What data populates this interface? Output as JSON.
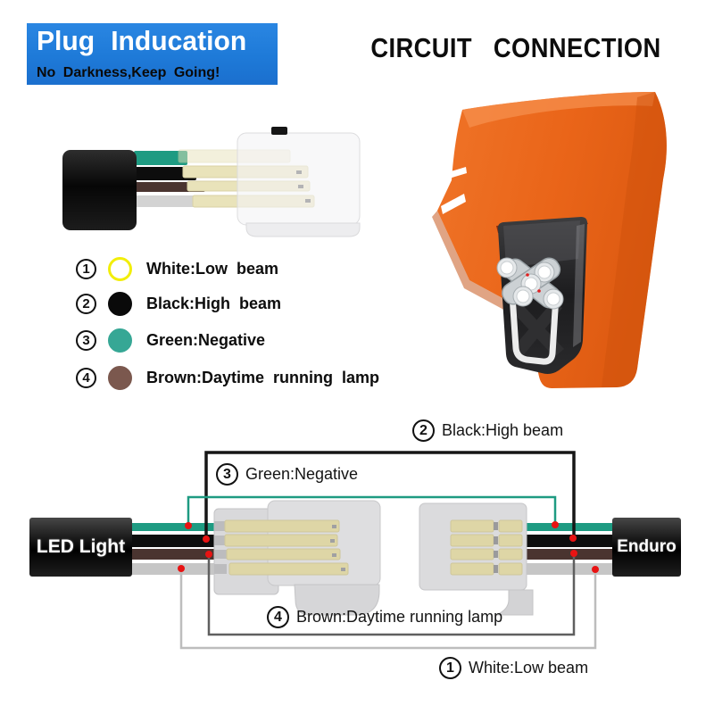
{
  "banner": {
    "title": "Plug Inducation",
    "subtitle": "No Darkness,Keep Going!",
    "bg_color": "#1E7AD8"
  },
  "heading": {
    "title": "CIRCUIT CONNECTION"
  },
  "legend": {
    "items": [
      {
        "num": "1",
        "label": "White:Low beam",
        "swatch": "#FFFFFF",
        "ring": "#F2EE0A"
      },
      {
        "num": "2",
        "label": "Black:High beam",
        "swatch": "#0A0A0A",
        "ring": "#0A0A0A"
      },
      {
        "num": "3",
        "label": "Green:Negative",
        "swatch": "#36A795",
        "ring": "#36A795"
      },
      {
        "num": "4",
        "label": "Brown:Daytime running lamp",
        "swatch": "#7B584E",
        "ring": "#7B584E"
      }
    ]
  },
  "diagram": {
    "left_cable": "LED Light",
    "right_cable": "Enduro",
    "callouts": [
      {
        "num": "2",
        "label": "Black:High beam"
      },
      {
        "num": "3",
        "label": "Green:Negative"
      },
      {
        "num": "4",
        "label": "Brown:Daytime running lamp"
      },
      {
        "num": "1",
        "label": "White:Low beam"
      }
    ],
    "wires": {
      "green": "#1E9B82",
      "black": "#0D0D0D",
      "brown": "#4A3430",
      "white": "#C6C6C6"
    },
    "dot_color": "#E81313"
  },
  "graphics": {
    "plug": "wire-plug-connector-photo",
    "headlight": "orange-enduro-headlight-mask"
  }
}
